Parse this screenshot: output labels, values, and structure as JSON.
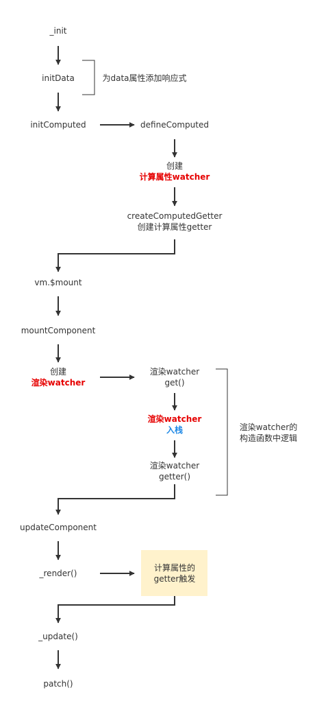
{
  "nodes": {
    "init": "_init",
    "initData": "initData",
    "initDataNote": "为data属性添加响应式",
    "initComputed": "initComputed",
    "defineComputed": "defineComputed",
    "createComputedWatcher": {
      "line1": "创建",
      "line2": "计算属性watcher"
    },
    "createComputedGetter": {
      "line1": "createComputedGetter",
      "line2": "创建计算属性getter"
    },
    "vmMount": "vm.$mount",
    "mountComponent": "mountComponent",
    "createRenderWatcher": {
      "line1": "创建",
      "line2": "渲染watcher"
    },
    "renderWatcherGet": {
      "line1": "渲染watcher",
      "line2": "get()"
    },
    "renderWatcherPush": {
      "line1": "渲染watcher",
      "line2": "入栈"
    },
    "renderWatcherGetter": {
      "line1": "渲染watcher",
      "line2": "getter()"
    },
    "constructorNote": {
      "line1": "渲染watcher的",
      "line2": "构造函数中逻辑"
    },
    "updateComponent": "updateComponent",
    "render": "_render()",
    "computedGetterTrigger": {
      "line1": "计算属性的",
      "line2": "getter触发"
    },
    "update": "_update()",
    "patch": "patch()"
  },
  "colors": {
    "text": "#333333",
    "highlight": "#e60000",
    "accent": "#1e88e5",
    "note_bg": "#fff2cc",
    "arrow": "#333333"
  }
}
